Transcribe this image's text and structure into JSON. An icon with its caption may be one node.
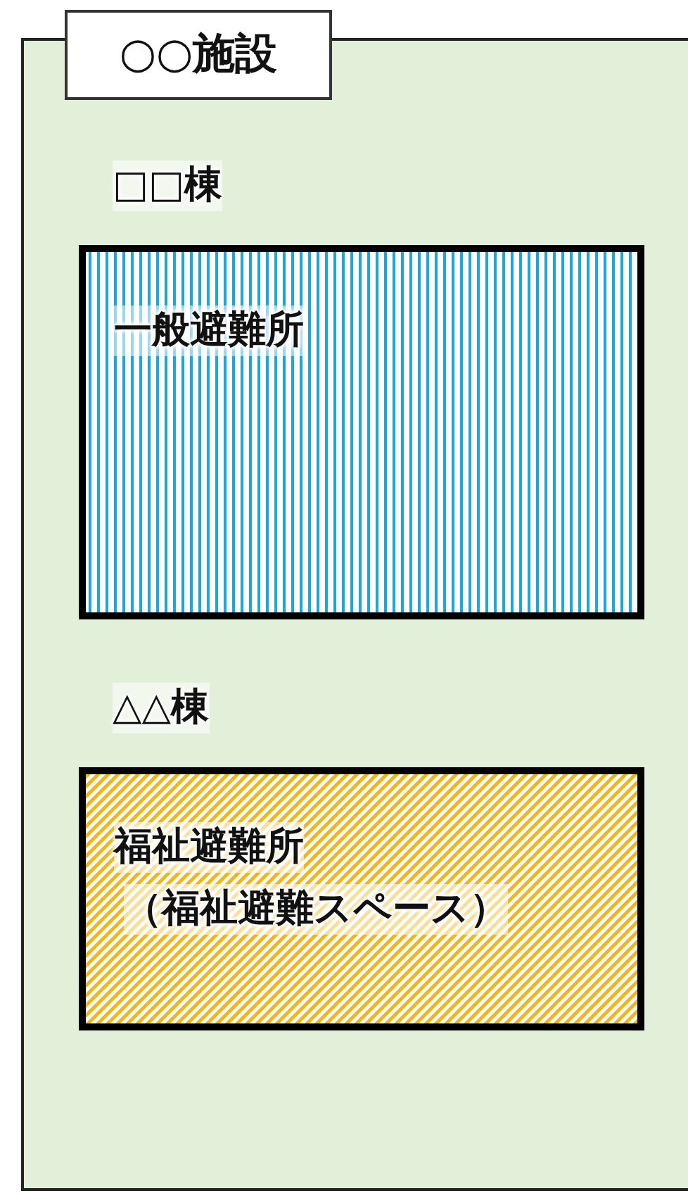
{
  "diagram": {
    "nodes": [
      {
        "text": [
          "○○施設"
        ]
      },
      {
        "text": [
          "一般避難所"
        ],
        "in": 0,
        "beside": [
          "□□棟"
        ]
      },
      {
        "text": [
          "福祉避難所",
          "（福祉避難スペース）"
        ],
        "in": 0,
        "beside": [
          "△△棟"
        ]
      }
    ]
  }
}
